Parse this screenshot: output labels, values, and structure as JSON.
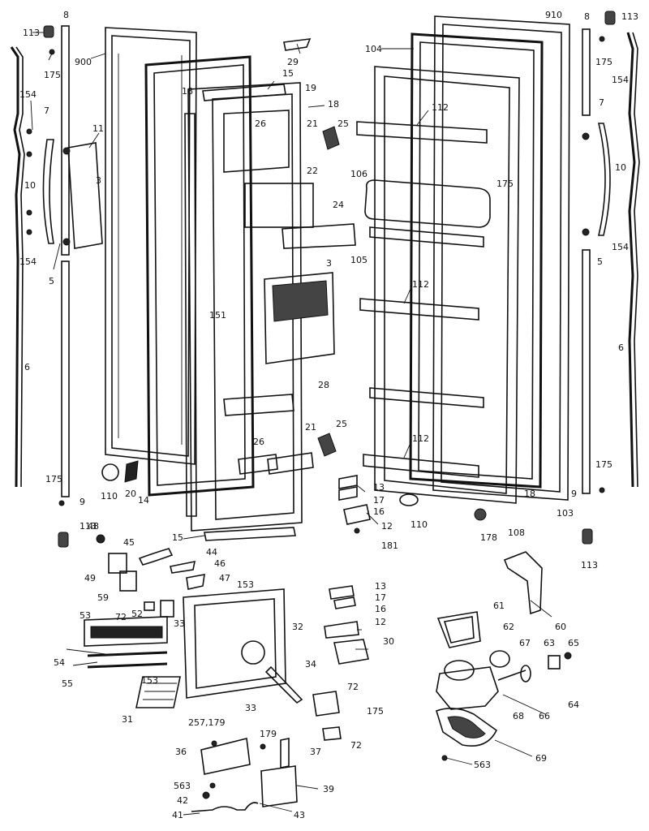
{
  "labels": [
    {
      "key": "l113a",
      "text": "113"
    },
    {
      "key": "l8a",
      "text": "8"
    },
    {
      "key": "l175a",
      "text": "175"
    },
    {
      "key": "l900",
      "text": "900"
    },
    {
      "key": "l154a",
      "text": "154"
    },
    {
      "key": "l7a",
      "text": "7"
    },
    {
      "key": "l11",
      "text": "11"
    },
    {
      "key": "l10a",
      "text": "10"
    },
    {
      "key": "l154b",
      "text": "154"
    },
    {
      "key": "l3a",
      "text": "3"
    },
    {
      "key": "l5a",
      "text": "5"
    },
    {
      "key": "l6a",
      "text": "6"
    },
    {
      "key": "l175b",
      "text": "175"
    },
    {
      "key": "l9a",
      "text": "9"
    },
    {
      "key": "l113b",
      "text": "113"
    },
    {
      "key": "l110a",
      "text": "110"
    },
    {
      "key": "l20",
      "text": "20"
    },
    {
      "key": "l14",
      "text": "14"
    },
    {
      "key": "l29",
      "text": "29"
    },
    {
      "key": "l15a",
      "text": "15"
    },
    {
      "key": "l19",
      "text": "19"
    },
    {
      "key": "l18a",
      "text": "18"
    },
    {
      "key": "l18b",
      "text": "18"
    },
    {
      "key": "l26a",
      "text": "26"
    },
    {
      "key": "l21a",
      "text": "21"
    },
    {
      "key": "l25a",
      "text": "25"
    },
    {
      "key": "l22",
      "text": "22"
    },
    {
      "key": "l24",
      "text": "24"
    },
    {
      "key": "l3b",
      "text": "3"
    },
    {
      "key": "l151",
      "text": "151"
    },
    {
      "key": "l28",
      "text": "28"
    },
    {
      "key": "l26b",
      "text": "26"
    },
    {
      "key": "l21b",
      "text": "21"
    },
    {
      "key": "l25b",
      "text": "25"
    },
    {
      "key": "l15b",
      "text": "15"
    },
    {
      "key": "l910",
      "text": "910"
    },
    {
      "key": "l104",
      "text": "104"
    },
    {
      "key": "l112a",
      "text": "112"
    },
    {
      "key": "l175c",
      "text": "175"
    },
    {
      "key": "l106",
      "text": "106"
    },
    {
      "key": "l105",
      "text": "105"
    },
    {
      "key": "l112b",
      "text": "112"
    },
    {
      "key": "l112c",
      "text": "112"
    },
    {
      "key": "l13a",
      "text": "13"
    },
    {
      "key": "l17a",
      "text": "17"
    },
    {
      "key": "l16a",
      "text": "16"
    },
    {
      "key": "l12a",
      "text": "12"
    },
    {
      "key": "l181",
      "text": "181"
    },
    {
      "key": "l110b",
      "text": "110"
    },
    {
      "key": "l178",
      "text": "178"
    },
    {
      "key": "l108",
      "text": "108"
    },
    {
      "key": "l18c",
      "text": "18"
    },
    {
      "key": "l103",
      "text": "103"
    },
    {
      "key": "l8b",
      "text": "8"
    },
    {
      "key": "l113c",
      "text": "113"
    },
    {
      "key": "l175d",
      "text": "175"
    },
    {
      "key": "l154c",
      "text": "154"
    },
    {
      "key": "l7b",
      "text": "7"
    },
    {
      "key": "l10b",
      "text": "10"
    },
    {
      "key": "l154d",
      "text": "154"
    },
    {
      "key": "l5b",
      "text": "5"
    },
    {
      "key": "l6b",
      "text": "6"
    },
    {
      "key": "l175e",
      "text": "175"
    },
    {
      "key": "l9b",
      "text": "9"
    },
    {
      "key": "l113d",
      "text": "113"
    },
    {
      "key": "l48",
      "text": "48"
    },
    {
      "key": "l45",
      "text": "45"
    },
    {
      "key": "l44",
      "text": "44"
    },
    {
      "key": "l49",
      "text": "49"
    },
    {
      "key": "l46",
      "text": "46"
    },
    {
      "key": "l59",
      "text": "59"
    },
    {
      "key": "l47",
      "text": "47"
    },
    {
      "key": "l153a",
      "text": "153"
    },
    {
      "key": "l72a",
      "text": "72"
    },
    {
      "key": "l52",
      "text": "52"
    },
    {
      "key": "l53",
      "text": "53"
    },
    {
      "key": "l33a",
      "text": "33"
    },
    {
      "key": "l32",
      "text": "32"
    },
    {
      "key": "l54",
      "text": "54"
    },
    {
      "key": "l55",
      "text": "55"
    },
    {
      "key": "l153b",
      "text": "153"
    },
    {
      "key": "l31",
      "text": "31"
    },
    {
      "key": "l33b",
      "text": "33"
    },
    {
      "key": "l34",
      "text": "34"
    },
    {
      "key": "l13b",
      "text": "13"
    },
    {
      "key": "l17b",
      "text": "17"
    },
    {
      "key": "l16b",
      "text": "16"
    },
    {
      "key": "l12b",
      "text": "12"
    },
    {
      "key": "l30",
      "text": "30"
    },
    {
      "key": "l72b",
      "text": "72"
    },
    {
      "key": "l175f",
      "text": "175"
    },
    {
      "key": "l72c",
      "text": "72"
    },
    {
      "key": "l257",
      "text": "257,179"
    },
    {
      "key": "l36",
      "text": "36"
    },
    {
      "key": "l179",
      "text": "179"
    },
    {
      "key": "l37",
      "text": "37"
    },
    {
      "key": "l563a",
      "text": "563"
    },
    {
      "key": "l39",
      "text": "39"
    },
    {
      "key": "l42",
      "text": "42"
    },
    {
      "key": "l41",
      "text": "41"
    },
    {
      "key": "l43",
      "text": "43"
    },
    {
      "key": "l60",
      "text": "60"
    },
    {
      "key": "l61",
      "text": "61"
    },
    {
      "key": "l62",
      "text": "62"
    },
    {
      "key": "l67",
      "text": "67"
    },
    {
      "key": "l63",
      "text": "63"
    },
    {
      "key": "l65",
      "text": "65"
    },
    {
      "key": "l68",
      "text": "68"
    },
    {
      "key": "l66",
      "text": "66"
    },
    {
      "key": "l64",
      "text": "64"
    },
    {
      "key": "l69",
      "text": "69"
    },
    {
      "key": "l563b",
      "text": "563"
    }
  ]
}
